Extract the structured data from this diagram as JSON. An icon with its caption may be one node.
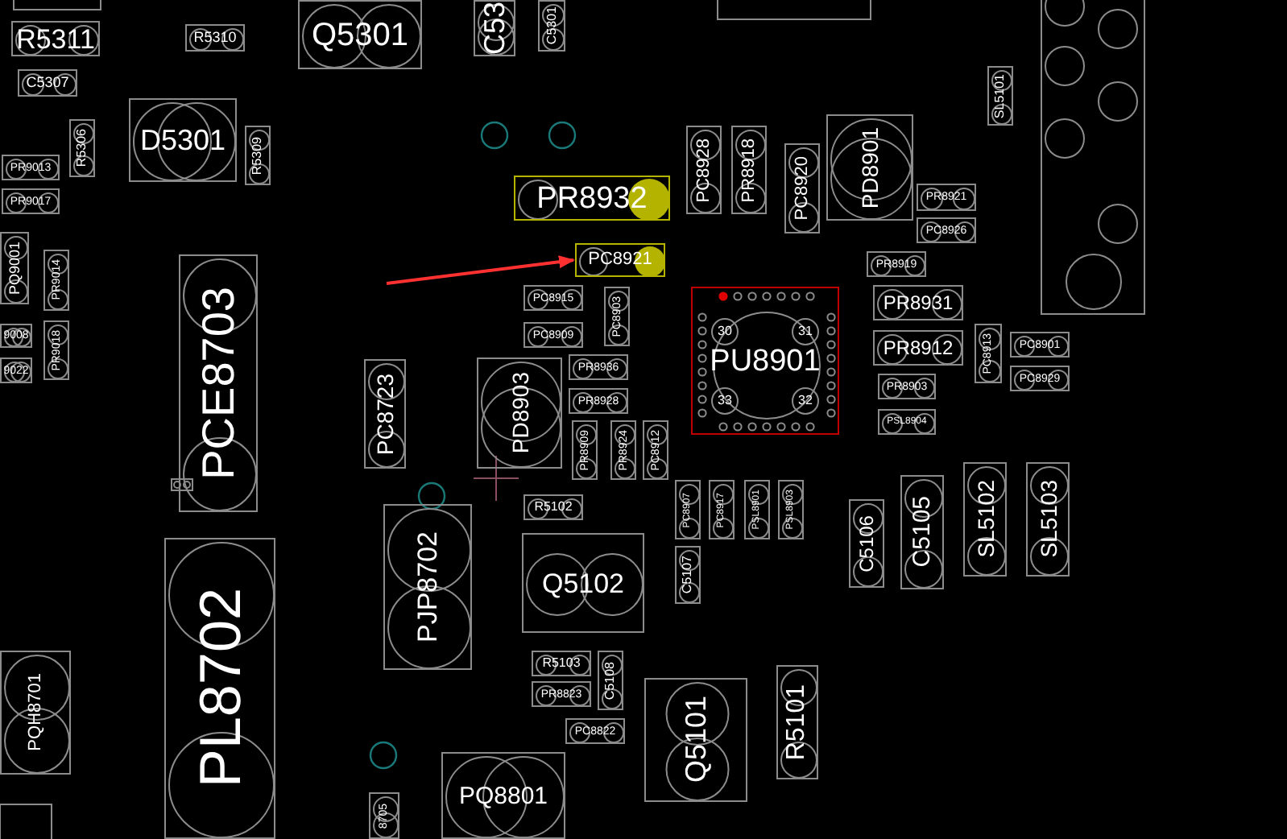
{
  "diagram": {
    "nodes": [
      {
        "text": [
          "Q5301"
        ]
      },
      {
        "text": [
          "C53"
        ]
      },
      {
        "text": [
          "C5301"
        ]
      },
      {
        "text": [
          "R5311"
        ]
      },
      {
        "text": [
          "R5310"
        ]
      },
      {
        "text": [
          "C5307"
        ]
      },
      {
        "text": [
          "D5301"
        ]
      },
      {
        "text": [
          "R5306"
        ]
      },
      {
        "text": [
          "R5309"
        ]
      },
      {
        "text": [
          "PC8928"
        ]
      },
      {
        "text": [
          "PR8918"
        ]
      },
      {
        "text": [
          "PC8920"
        ]
      },
      {
        "text": [
          "PD8901"
        ]
      },
      {
        "text": [
          "SL5101"
        ]
      },
      {
        "text": [
          "PR9013"
        ]
      },
      {
        "text": [
          "PR9017"
        ]
      },
      {
        "text": [
          "PR8932"
        ]
      },
      {
        "text": [
          "PR8921"
        ]
      },
      {
        "text": [
          "PC8926"
        ]
      },
      {
        "text": [
          "PQ9001"
        ]
      },
      {
        "text": [
          "PC8921"
        ]
      },
      {
        "text": [
          "PR8919"
        ]
      },
      {
        "text": [
          "PR9014"
        ]
      },
      {
        "text": [
          "PCE8703"
        ]
      },
      {
        "text": [
          "PC8915"
        ]
      },
      {
        "text": [
          "PC8903"
        ]
      },
      {
        "text": [
          "30",
          "31",
          "PU8901",
          "33",
          "32"
        ]
      },
      {
        "text": [
          "PR8931"
        ]
      },
      {
        "text": [
          "PC8909"
        ]
      },
      {
        "text": [
          "9008"
        ]
      },
      {
        "text": [
          "PR9018"
        ]
      },
      {
        "text": [
          "PR8912"
        ]
      },
      {
        "text": [
          "PC8913"
        ]
      },
      {
        "text": [
          "PC8901"
        ]
      },
      {
        "text": [
          "PR8936"
        ]
      },
      {
        "text": [
          "9022"
        ]
      },
      {
        "text": [
          "PD8903"
        ]
      },
      {
        "text": [
          "PC8723"
        ]
      },
      {
        "text": [
          "PC8929"
        ]
      },
      {
        "text": [
          "PR8903"
        ]
      },
      {
        "text": [
          "PR8928"
        ]
      },
      {
        "text": [
          "PSL8904"
        ]
      },
      {
        "text": [
          "PR8909"
        ]
      },
      {
        "text": [
          "PR8924"
        ]
      },
      {
        "text": [
          "PC8912"
        ]
      },
      {
        "text": [
          "SL5102"
        ]
      },
      {
        "text": [
          "SL5103"
        ]
      },
      {
        "text": [
          "C5105"
        ]
      },
      {
        "text": [
          "PC8907"
        ]
      },
      {
        "text": [
          "PC8917"
        ]
      },
      {
        "text": [
          "PSL8901"
        ]
      },
      {
        "text": [
          "PSL8903"
        ]
      },
      {
        "text": [
          "R5102"
        ]
      },
      {
        "text": [
          "C5106"
        ]
      },
      {
        "text": [
          "PJP8702"
        ]
      },
      {
        "text": [
          "Q5102"
        ]
      },
      {
        "text": [
          "C5107"
        ]
      },
      {
        "text": [
          "PL8702"
        ]
      },
      {
        "text": [
          "PQH8701"
        ]
      },
      {
        "text": [
          "R5103"
        ]
      },
      {
        "text": [
          "C5108"
        ]
      },
      {
        "text": [
          "R5101"
        ]
      },
      {
        "text": [
          "Q5101"
        ]
      },
      {
        "text": [
          "PR8823"
        ]
      },
      {
        "text": [
          "PC8822"
        ]
      },
      {
        "text": [
          "PQ8801"
        ]
      },
      {
        "text": [
          "8705"
        ]
      }
    ],
    "edges": [
      {
        "from": null,
        "to": 20,
        "arrow": "to"
      }
    ]
  }
}
